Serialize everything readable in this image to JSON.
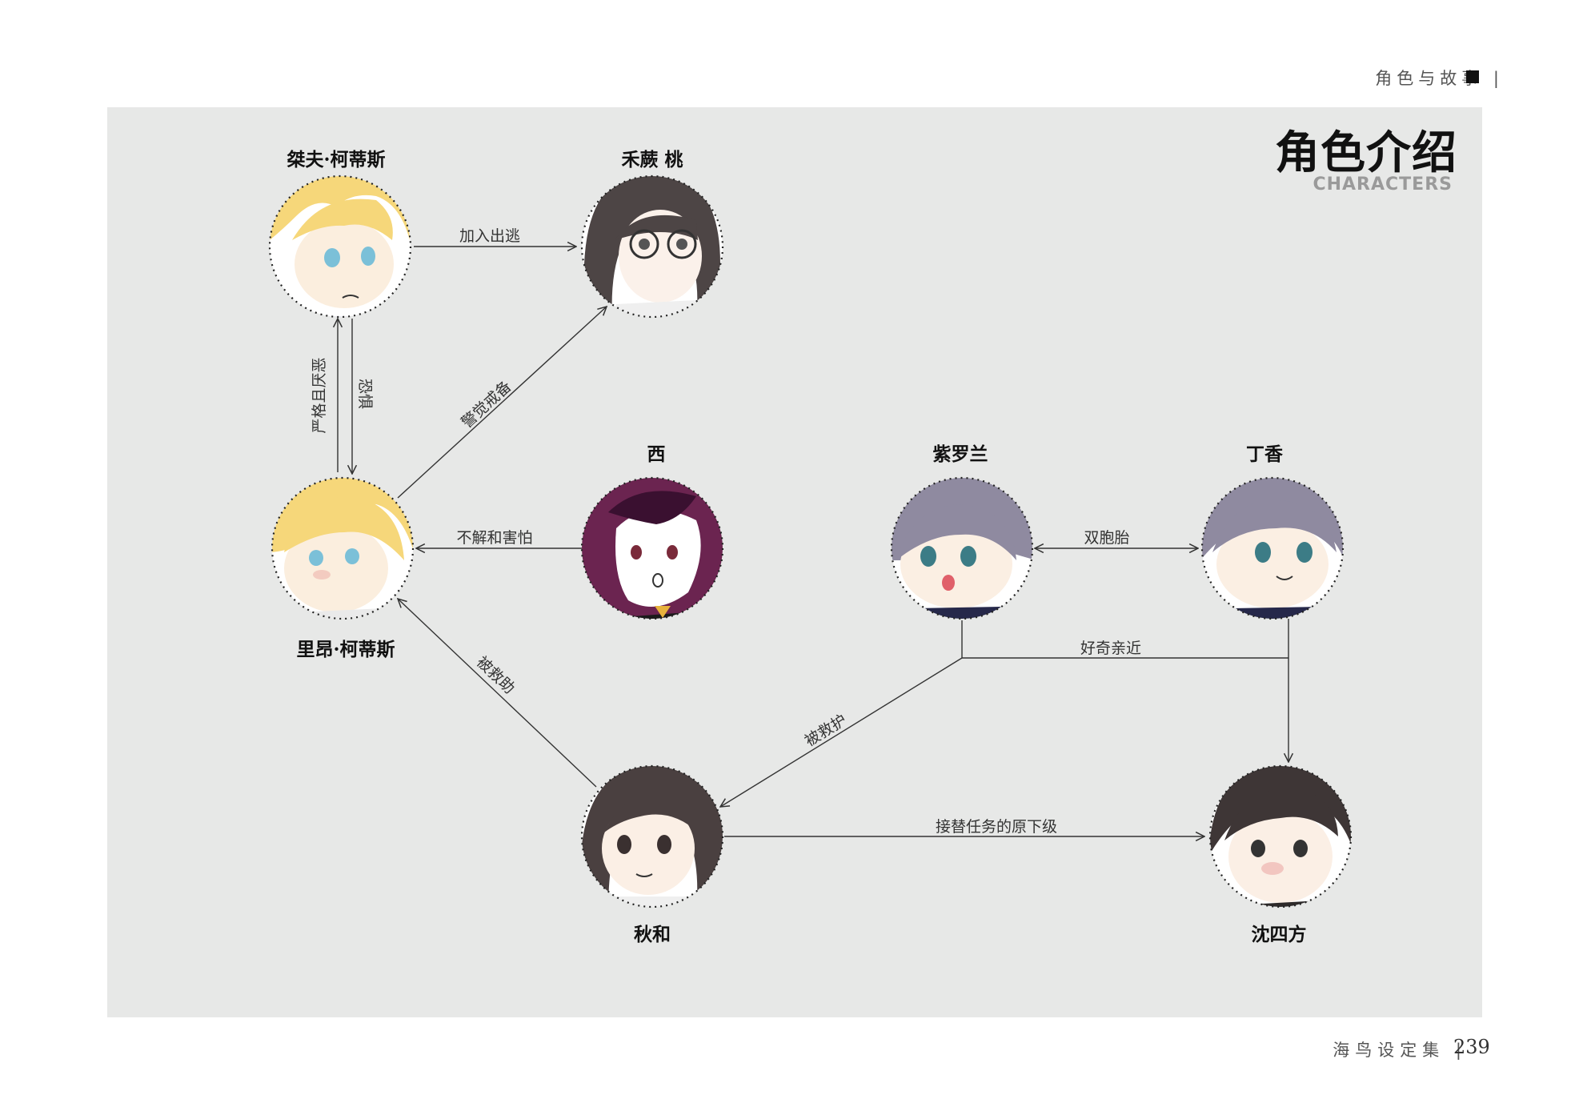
{
  "header": {
    "section": "角色与故事 |"
  },
  "title": {
    "zh": "角色介绍",
    "en": "CHARACTERS"
  },
  "characters": {
    "jeff": "桀夫·柯蒂斯",
    "hewei": "禾蕨 桃",
    "xi": "西",
    "ziluolan": "紫罗兰",
    "dingxiang": "丁香",
    "lion": "里昂·柯蒂斯",
    "qiuhe": "秋和",
    "shensifang": "沈四方"
  },
  "relations": {
    "join_escape": "加入出逃",
    "strict_dislike": "严格且厌恶",
    "fear": "恐惧",
    "alert": "警觉戒备",
    "confused_afraid": "不解和害怕",
    "twins": "双胞胎",
    "curious_close": "好奇亲近",
    "rescued_help": "被救助",
    "rescued_protect": "被救护",
    "successor": "接替任务的原下级"
  },
  "footer": {
    "book": "海鸟设定集 |",
    "page": "239"
  },
  "colors": {
    "panel": "#e7e8e7",
    "blonde": "#f6d77a",
    "dark_hair": "#4a4040",
    "purple_hair": "#6b2450",
    "lilac_hair": "#8f8aa0"
  }
}
